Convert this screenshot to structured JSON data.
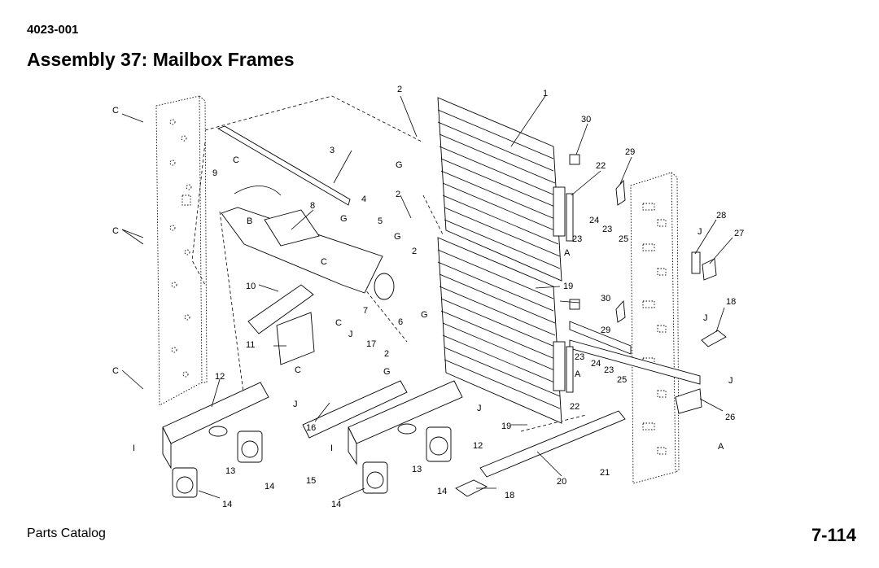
{
  "header": {
    "doc_number": "4023-001",
    "title": "Assembly 37:  Mailbox Frames"
  },
  "footer": {
    "left": "Parts Catalog",
    "page": "7-114"
  },
  "callouts": [
    "1",
    "2",
    "3",
    "4",
    "5",
    "6",
    "7",
    "8",
    "9",
    "10",
    "11",
    "12",
    "13",
    "14",
    "15",
    "16",
    "17",
    "18",
    "19",
    "20",
    "21",
    "22",
    "23",
    "24",
    "25",
    "26",
    "27",
    "28",
    "29",
    "30",
    "A",
    "B",
    "C",
    "G",
    "I",
    "J"
  ]
}
